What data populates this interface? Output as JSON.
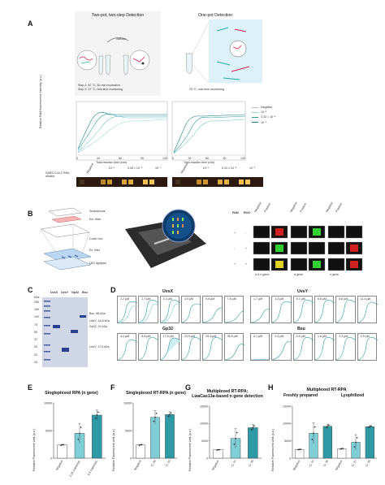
{
  "panels": {
    "A": {
      "label": "A",
      "two_pot_title": "Two-pot, two-step Detection",
      "one_pot_title": "One-pot Detection",
      "transfer_label": "Transfer",
      "step1": "Step 1: 42 °C, 30-min incubation",
      "step2": "Step 2: 37 °C, real-time monitoring",
      "one_pot_note": "29 °C, real-time monitoring",
      "ylabel": "Relative FAM fluorescence intensity (a.u.)",
      "xlabel": "Total reaction time (min)",
      "xticks": [
        "0",
        "30",
        "60",
        "90",
        "120"
      ],
      "legend": [
        "Negative",
        "10⁻⁵",
        "3.33 × 10⁻⁵",
        "10⁻¹"
      ],
      "strip_label": "SARS-CoV-2 RNA dilution",
      "strip_labels": [
        "Negative",
        "10⁻⁵",
        "3.33 × 10⁻⁵",
        "10⁻¹"
      ]
    },
    "B": {
      "label": "B",
      "device_labels": [
        "Smartphone",
        "Em. filter",
        "Cover box",
        "Ex. filter",
        "LED lightpad"
      ],
      "col_fam": "FAM",
      "col_rox": "ROX",
      "col_headers": [
        "Negative",
        "Positive",
        "Negative",
        "Positive",
        "Negative",
        "Positive"
      ],
      "row_labels": [
        "a & n gene",
        "a gene",
        "n gene"
      ],
      "fam_signs": [
        "+",
        "-",
        "+"
      ],
      "rox_signs": [
        "-",
        "+",
        "+"
      ]
    },
    "C": {
      "label": "C",
      "lane_labels": [
        "UvsX",
        "UvsY",
        "Gp32",
        "Bsu"
      ],
      "kda": "kDa",
      "ladder": [
        "250",
        "150",
        "100",
        "75",
        "50",
        "37",
        "25",
        "20",
        "15"
      ],
      "band_labels": [
        "Bsu, 68 kDa",
        "UvsX, 44.8 kDa",
        "Gp32, 34 kDa",
        "UvsY, 17.5 kDa"
      ]
    },
    "D": {
      "label": "D",
      "uvsx_title": "UvsX",
      "uvsy_title": "UvsY",
      "gp32_title": "Gp32",
      "bsu_title": "Bsu",
      "uvsx_conc": [
        "2.2 µM",
        "2.7 µM",
        "3.3 µM",
        "4.5 µM",
        "5.6 µM",
        "7.8 µM"
      ],
      "uvsy_conc": [
        "1.7 µM",
        "3.4 µM",
        "5.7 µM",
        "6.8 µM",
        "8.6 µM",
        "11.4 µM"
      ],
      "gp32_conc": [
        "4.4 µM",
        "8.8 µM",
        "17.6 µM",
        "23.5 µM",
        "29.4 µM",
        "35.6 µM"
      ],
      "bsu_conc": [
        "0.1 µM",
        "0.4 µM",
        "0.9 µM",
        "1.6 µM",
        "2.2 µM",
        "2.9 µM"
      ]
    },
    "E": {
      "label": "E",
      "title": "Singleplexed RPA (n gene)",
      "ylabel": "Relative Fluorescent Unit (a.u.)",
      "categories": [
        "Negative",
        "2.25 copies/µL",
        "4.5 copies/µL"
      ]
    },
    "F": {
      "label": "F",
      "title": "Singleplexed RT-RPA (n gene)",
      "ylabel": "Relative Fluorescent Unit (a.u.)",
      "categories": [
        "Negative",
        "Cₜ 36",
        "Cₜ 33"
      ]
    },
    "G": {
      "label": "G",
      "title_line1": "Multiplexed RT-RPA;",
      "title_line2": "LwaCas13a-based n gene detection",
      "ylabel": "Relative Fluorescent Unit (a.u.)",
      "categories": [
        "Negative",
        "Cₜ 37",
        "Cₜ 35"
      ]
    },
    "H": {
      "label": "H",
      "title": "Multiplexed RT-RPA",
      "sub_left": "Freshly prepared",
      "sub_right": "Lyophilized",
      "ylabel": "Relative Fluorescent Unit (a.u.)",
      "categories": [
        "Negative",
        "Cₜ 37",
        "Cₜ 35"
      ]
    }
  },
  "chart_data": [
    {
      "panel": "E",
      "type": "bar",
      "title": "Singleplexed RPA (n gene)",
      "ylabel": "Relative Fluorescent Unit (a.u.)",
      "categories": [
        "Negative",
        "2.25 copies/µL",
        "4.5 copies/µL"
      ],
      "values": [
        2400,
        4500,
        7800
      ],
      "errors": [
        100,
        1800,
        900
      ],
      "ylim": [
        0,
        10000
      ],
      "yticks": [
        0,
        5000,
        10000
      ],
      "colors": [
        "#ffffff",
        "#7fcdd6",
        "#2e9aa6"
      ]
    },
    {
      "panel": "F",
      "type": "bar",
      "title": "Singleplexed RT-RPA (n gene)",
      "ylabel": "Relative Fluorescent Unit (a.u.)",
      "categories": [
        "Negative",
        "Cₜ 36",
        "Cₜ 33"
      ],
      "values": [
        2400,
        7400,
        7900
      ],
      "errors": [
        100,
        1200,
        500
      ],
      "ylim": [
        0,
        10000
      ],
      "yticks": [
        0,
        5000,
        10000
      ],
      "colors": [
        "#ffffff",
        "#7fcdd6",
        "#2e9aa6"
      ]
    },
    {
      "panel": "G",
      "type": "bar",
      "title": "Multiplexed RT-RPA; LwaCas13a-based n gene detection",
      "ylabel": "Relative Fluorescent Unit (a.u.)",
      "categories": [
        "Negative",
        "Cₜ 37",
        "Cₜ 35"
      ],
      "values": [
        2400,
        5700,
        8800
      ],
      "errors": [
        100,
        2800,
        900
      ],
      "ylim": [
        0,
        15000
      ],
      "yticks": [
        0,
        5000,
        10000,
        15000
      ],
      "colors": [
        "#ffffff",
        "#7fcdd6",
        "#2e9aa6"
      ]
    },
    {
      "panel": "H",
      "type": "bar",
      "title": "Multiplexed RT-RPA",
      "ylabel": "Relative Fluorescent Unit (a.u.)",
      "groups": [
        "Freshly prepared",
        "Lyophilized"
      ],
      "categories": [
        "Negative",
        "Cₜ 37",
        "Cₜ 35",
        "Negative",
        "Cₜ 37",
        "Cₜ 35"
      ],
      "values": [
        2500,
        7200,
        9200,
        2700,
        4600,
        9100
      ],
      "errors": [
        100,
        3000,
        600,
        100,
        2200,
        300
      ],
      "ylim": [
        0,
        15000
      ],
      "yticks": [
        0,
        5000,
        10000,
        15000
      ],
      "colors": [
        "#ffffff",
        "#7fcdd6",
        "#2e9aa6",
        "#ffffff",
        "#7fcdd6",
        "#2e9aa6"
      ]
    }
  ]
}
